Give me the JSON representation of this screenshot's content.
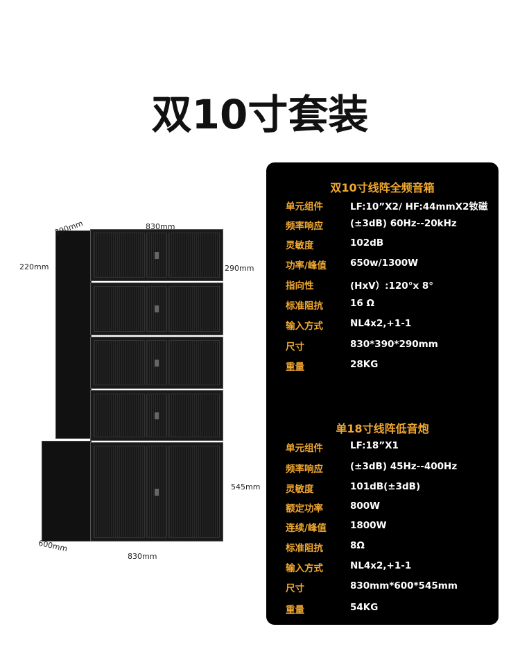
{
  "title": "双10寸套装",
  "dimensions": {
    "depth_top": "390mm",
    "width_top": "830mm",
    "height_left": "220mm",
    "height_right": "290mm",
    "sub_height": "545mm",
    "sub_depth": "600mm",
    "sub_width": "830mm"
  },
  "full_range": {
    "title": "双10寸线阵全频音箱",
    "specs": [
      {
        "k": "单元组件",
        "v": "LF:10”X2/  HF:44mmX2钕磁"
      },
      {
        "k": "频率响应",
        "v": "(±3dB) 60Hz--20kHz"
      },
      {
        "k": "灵敏度",
        "v": "102dB"
      },
      {
        "k": "功率/峰值",
        "v": "650w/1300W"
      },
      {
        "k": "指向性",
        "v": "(HxV）:120°x 8°"
      },
      {
        "k": "标准阻抗",
        "v": "16 Ω"
      },
      {
        "k": "输入方式",
        "v": "NL4x2,+1-1"
      },
      {
        "k": "尺寸",
        "v": "830*390*290mm"
      },
      {
        "k": "重量",
        "v": "28KG"
      }
    ]
  },
  "subwoofer": {
    "title": "单18寸线阵低音炮",
    "specs": [
      {
        "k": "单元组件",
        "v": "LF:18”X1"
      },
      {
        "k": "频率响应",
        "v": "(±3dB) 45Hz--400Hz"
      },
      {
        "k": "灵敏度",
        "v": "101dB(±3dB)"
      },
      {
        "k": "额定功率",
        "v": "800W"
      },
      {
        "k": "连续/峰值",
        "v": "1800W"
      },
      {
        "k": "标准阻抗",
        "v": "8Ω"
      },
      {
        "k": "输入方式",
        "v": "NL4x2,+1-1"
      },
      {
        "k": "尺寸",
        "v": "830mm*600*545mm"
      },
      {
        "k": "重量",
        "v": "54KG"
      }
    ]
  }
}
